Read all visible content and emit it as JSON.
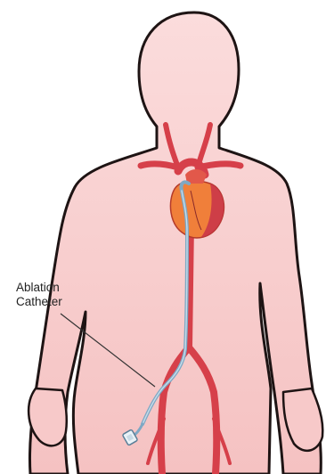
{
  "callout": {
    "line1": "Ablation",
    "line2": "Catheter"
  },
  "colors": {
    "background": "#ffffff",
    "body_fill": "#f9d3d3",
    "body_outline": "#1e1414",
    "artery": "#d6404a",
    "heart": "#f07f3a",
    "heart_shade": "#c8324a",
    "catheter": "#7fa8c4",
    "leader_line": "#333333"
  },
  "icons": [
    "human-body-silhouette",
    "heart-icon",
    "catheter-device-icon"
  ]
}
